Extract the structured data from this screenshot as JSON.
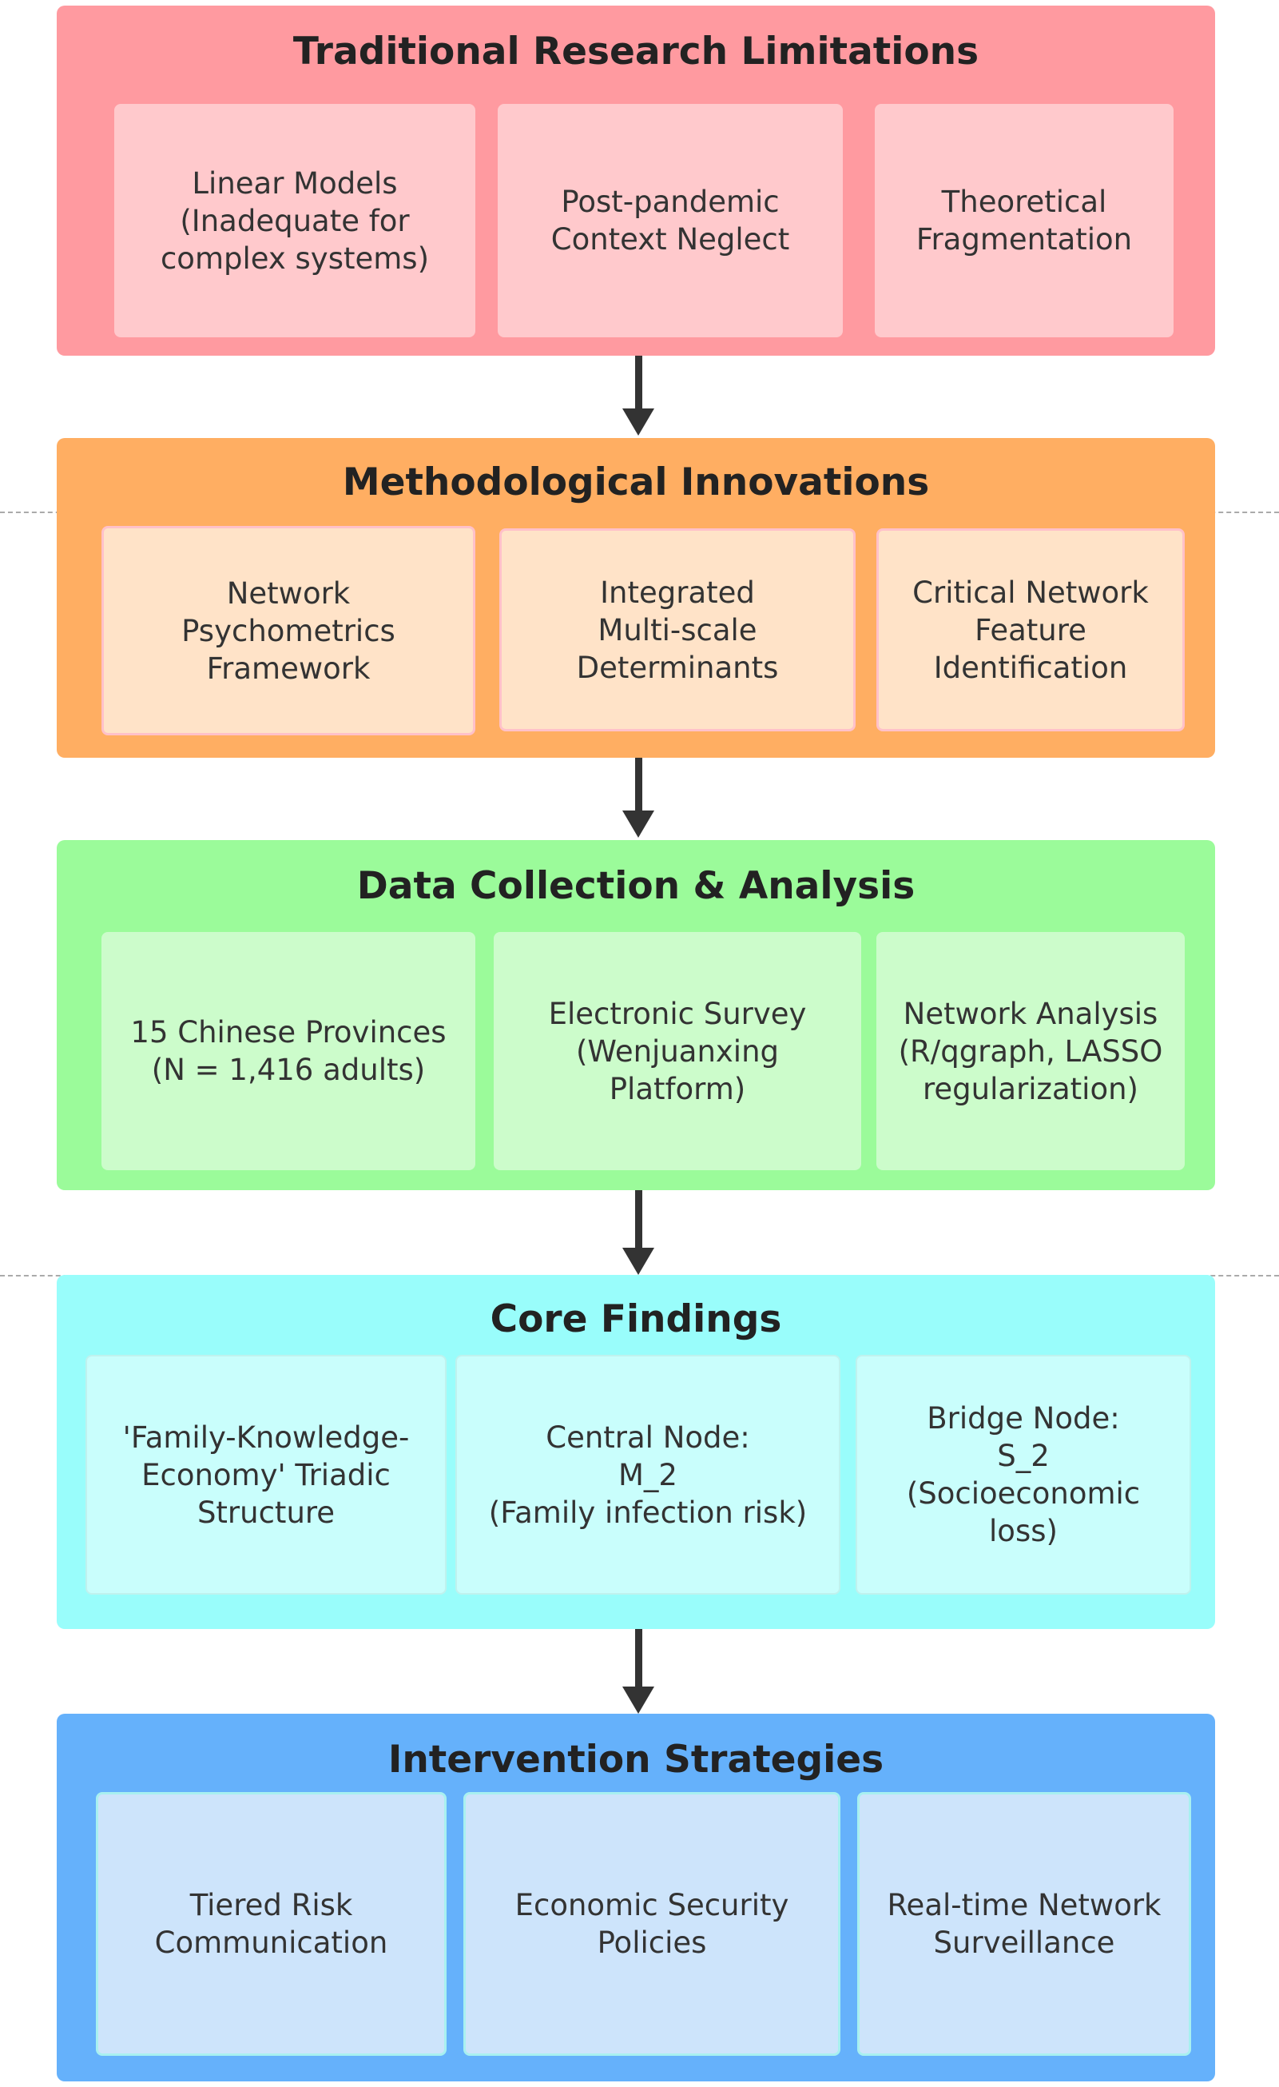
{
  "sections": [
    {
      "title": "Traditional Research Limitations",
      "cards": [
        "Linear Models\n(Inadequate for\ncomplex systems)",
        "Post-pandemic\nContext Neglect",
        "Theoretical\nFragmentation"
      ]
    },
    {
      "title": "Methodological Innovations",
      "cards": [
        "Network\nPsychometrics\nFramework",
        "Integrated\nMulti-scale\nDeterminants",
        "Critical Network\nFeature\nIdentification"
      ]
    },
    {
      "title": "Data Collection & Analysis",
      "cards": [
        "15 Chinese Provinces\n(N = 1,416 adults)",
        "Electronic Survey\n(Wenjuanxing\nPlatform)",
        "Network Analysis\n(R/qgraph, LASSO\nregularization)"
      ]
    },
    {
      "title": "Core Findings",
      "cards": [
        "'Family-Knowledge-\nEconomy' Triadic\nStructure",
        "Central  Node:\nM_2\n(Family infection risk)",
        "Bridge Node:\nS_2\n(Socioeconomic\nloss)"
      ]
    },
    {
      "title": "Intervention Strategies",
      "cards": [
        "Tiered Risk\nCommunication",
        "Economic Security\nPolicies",
        "Real-time Network\nSurveillance"
      ]
    }
  ],
  "colors": {
    "limitations_bg": "#ff9aa0",
    "innovations_bg": "#ffae62",
    "data_bg": "#9bfb9a",
    "findings_bg": "#99fdfb",
    "strategies_bg": "#65b1fb",
    "arrow": "#333333"
  }
}
